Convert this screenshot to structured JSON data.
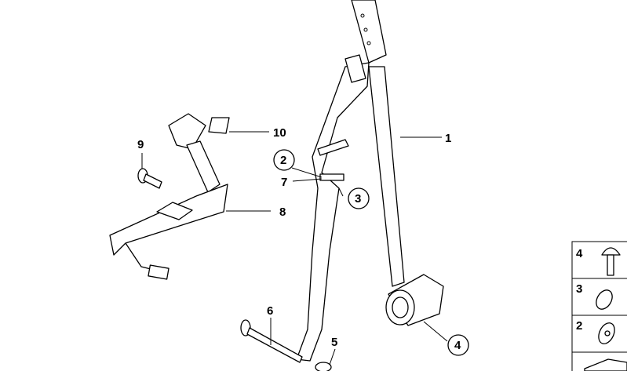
{
  "diagram": {
    "callouts": [
      {
        "id": "1",
        "text": "1",
        "circled": false
      },
      {
        "id": "2",
        "text": "2",
        "circled": true
      },
      {
        "id": "3",
        "text": "3",
        "circled": true
      },
      {
        "id": "4",
        "text": "4",
        "circled": true
      },
      {
        "id": "5",
        "text": "5",
        "circled": false
      },
      {
        "id": "6",
        "text": "6",
        "circled": false
      },
      {
        "id": "7",
        "text": "7",
        "circled": false
      },
      {
        "id": "8",
        "text": "8",
        "circled": false
      },
      {
        "id": "9",
        "text": "9",
        "circled": false
      },
      {
        "id": "10",
        "text": "10",
        "circled": false
      }
    ],
    "legend": [
      {
        "number": "4",
        "icon": "screw-icon"
      },
      {
        "number": "3",
        "icon": "cap-icon"
      },
      {
        "number": "2",
        "icon": "washer-icon"
      },
      {
        "number": "",
        "icon": "shim-icon"
      }
    ]
  }
}
